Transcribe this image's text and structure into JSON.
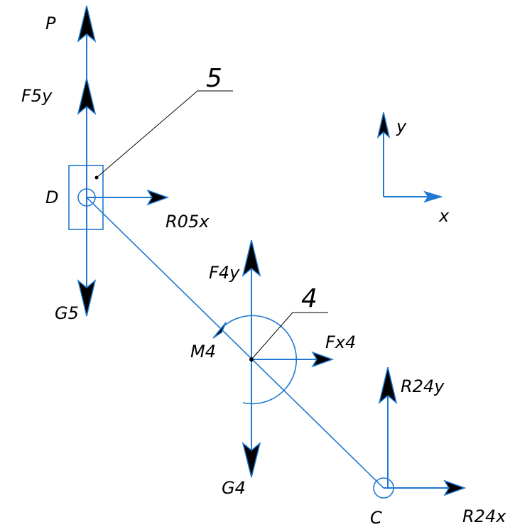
{
  "labels": {
    "P": "P",
    "F5y": "F5y",
    "five": "5",
    "D": "D",
    "R05x": "R05x",
    "G5": "G5",
    "y": "y",
    "x": "x",
    "F4y": "F4y",
    "four": "4",
    "M4": "M4",
    "Fx4": "Fx4",
    "G4": "G4",
    "R24y": "R24y",
    "C": "C",
    "R24x": "R24x"
  },
  "colors": {
    "line": "#1f78d1",
    "arrow_fill": "#000000",
    "text": "#000000",
    "background": "#ffffff"
  }
}
